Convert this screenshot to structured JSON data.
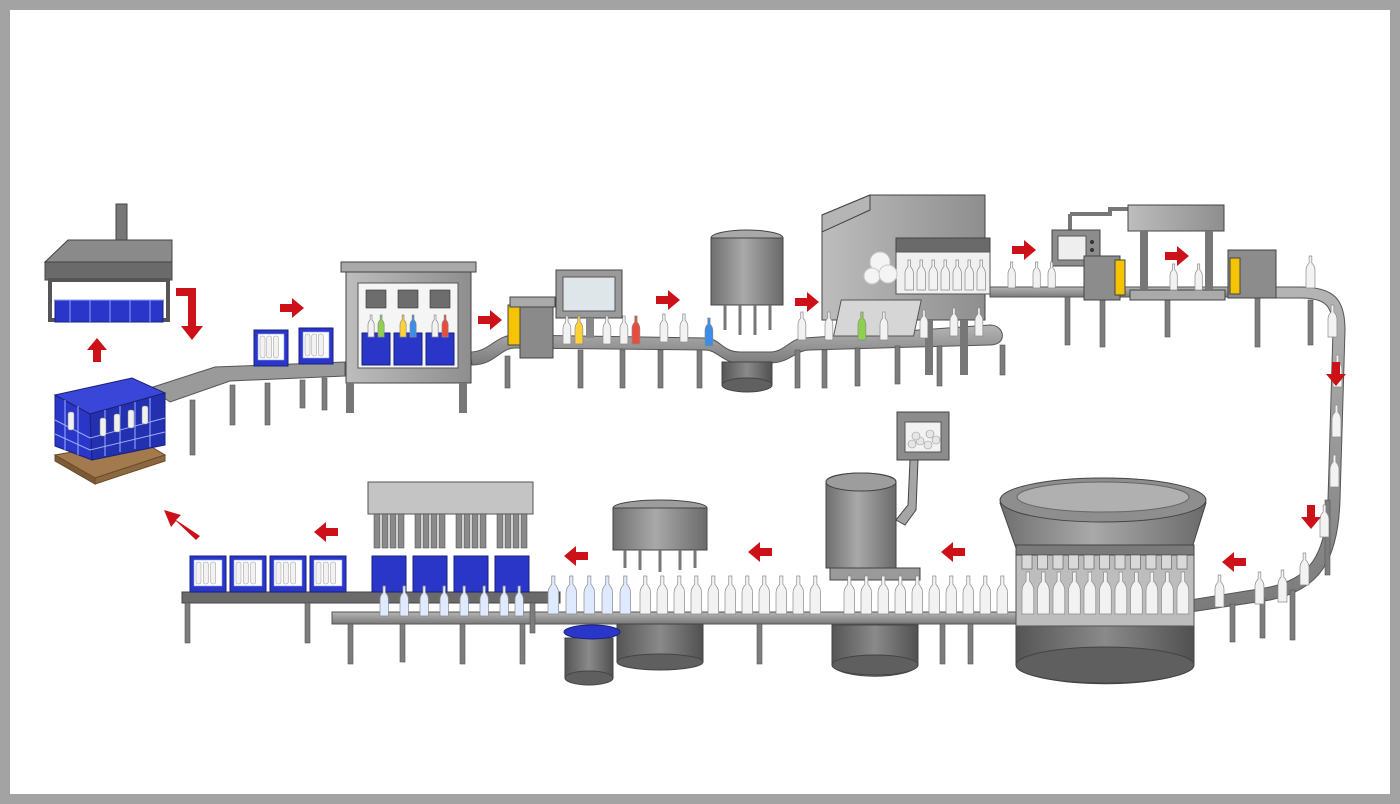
{
  "diagram": {
    "stages": [
      {
        "id": "depalletizer",
        "icon": "depalletizer-icon"
      },
      {
        "id": "crate-conveyor",
        "icon": "crate-conveyor-icon"
      },
      {
        "id": "unpacker",
        "icon": "unpacker-icon"
      },
      {
        "id": "bottle-inspector",
        "icon": "inspection-unit-icon"
      },
      {
        "id": "rotary-filler-top",
        "icon": "rotary-machine-icon"
      },
      {
        "id": "bottle-washer",
        "icon": "bottle-washer-icon"
      },
      {
        "id": "empty-bottle-inspector",
        "icon": "inspector-monitor-icon"
      },
      {
        "id": "tunnel-unit",
        "icon": "tunnel-unit-icon"
      },
      {
        "id": "rotary-filler",
        "icon": "rotary-filler-icon"
      },
      {
        "id": "capper",
        "icon": "capper-icon"
      },
      {
        "id": "labeler",
        "icon": "labeler-icon"
      },
      {
        "id": "packer",
        "icon": "packer-icon"
      },
      {
        "id": "full-crates",
        "icon": "crate-icon"
      }
    ],
    "colors": {
      "background": "#ffffff",
      "border": "#a3a3a3",
      "machine": "#8c8c8c",
      "machine_dark": "#5f5f5f",
      "machine_light": "#c4c4c4",
      "crate": "#2a36c8",
      "arrow": "#cc1218",
      "pallet": "#a37a4e",
      "bottle": "#f2f2f2"
    }
  }
}
